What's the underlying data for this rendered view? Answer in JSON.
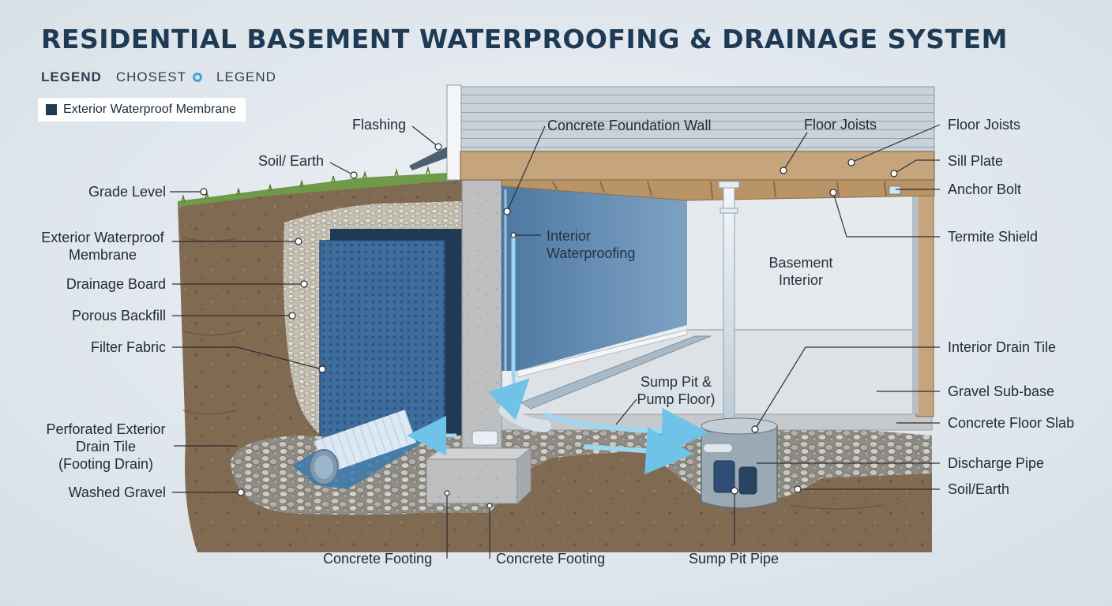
{
  "title": "RESIDENTIAL BASEMENT WATERPROOFING & DRAINAGE SYSTEM",
  "legend_row": {
    "label_bold": "LEGEND",
    "label_1": "CHOSEST",
    "label_2": "LEGEND"
  },
  "legend_box": {
    "label": "Exterior Waterproof Membrane"
  },
  "colors": {
    "title": "#1f3a55",
    "soil": "#806a52",
    "grass": "#6e9a4a",
    "gravel": "#aaa79f",
    "concrete": "#b9bbbd",
    "membrane": "#1f3a55",
    "drainage_board": "#3e6d9c",
    "interior_wall": "#5a81a8",
    "wood": "#c7a57c",
    "water_flow": "#9fd6ef"
  },
  "labels": {
    "left": {
      "grade_level": "Grade Level",
      "ext_membrane_1": "Exterior Waterproof",
      "ext_membrane_2": "Membrane",
      "drainage_board": "Drainage Board",
      "porous_backfill": "Porous Backfill",
      "filter_fabric": "Filter Fabric",
      "perforated_1": "Perforated Exterior",
      "perforated_2": "Drain Tile",
      "perforated_3": "(Footing Drain)",
      "washed_gravel": "Washed Gravel"
    },
    "top": {
      "flashing": "Flashing",
      "soil_earth": "Soil/ Earth",
      "foundation_wall": "Concrete Foundation Wall",
      "floor_joists_1": "Floor Joists"
    },
    "right": {
      "floor_joists_2": "Floor Joists",
      "sill_plate": "Sill Plate",
      "anchor_bolt": "Anchor Bolt",
      "termite_shield": "Termite Shield",
      "interior_drain_tile": "Interior Drain Tile",
      "gravel_sub_base": "Gravel Sub-base",
      "concrete_floor_slab": "Concrete Floor Slab",
      "discharge_pipe": "Discharge Pipe",
      "soil_earth_2": "Soil/Earth"
    },
    "inner": {
      "interior_wp_1": "Interior",
      "interior_wp_2": "Waterproofing",
      "basement_1": "Basement",
      "basement_2": "Interior",
      "sump_pit_1": "Sump Pit &",
      "sump_pit_2": "Pump Floor)"
    },
    "bottom": {
      "footing_1": "Concrete Footing",
      "footing_2": "Concrete Footing",
      "sump_pit_pipe": "Sump Pit  Pipe"
    }
  }
}
